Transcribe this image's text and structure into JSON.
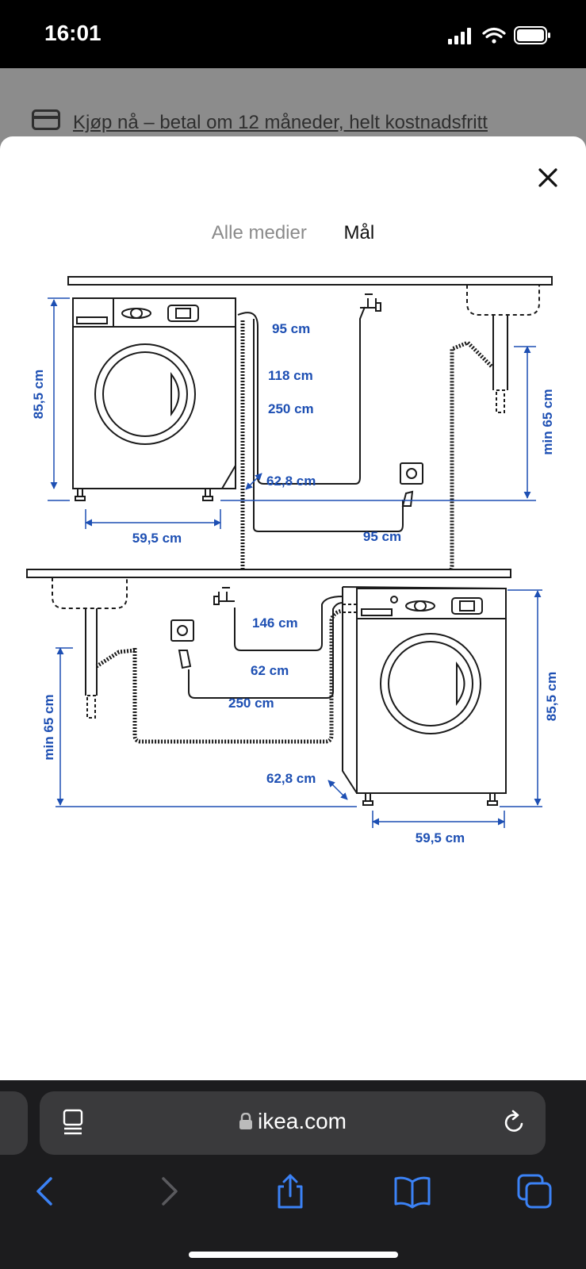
{
  "status": {
    "time": "16:01"
  },
  "promo": {
    "text": "Kjøp nå – betal om 12 måneder, helt kostnadsfritt",
    "icon": "card-icon"
  },
  "tabs": [
    {
      "label": "Alle medier",
      "active": false
    },
    {
      "label": "Mål",
      "active": true
    }
  ],
  "diagram": {
    "top": {
      "height": "85,5 cm",
      "tap_hose": "95 cm",
      "power_cord": "118 cm",
      "drain_hose": "250 cm",
      "depth": "62,8 cm",
      "width": "59,5 cm",
      "distance": "95 cm",
      "drain_height": "min 65 cm"
    },
    "bottom": {
      "tap_hose": "146 cm",
      "power_cord": "62 cm",
      "drain_hose": "250 cm",
      "drain_height": "min 65 cm",
      "depth": "62,8 cm",
      "width": "59,5 cm",
      "height": "85,5 cm"
    }
  },
  "browser": {
    "url": "ikea.com"
  },
  "colors": {
    "accent": "#1d4fb3",
    "ios_blue": "#3b82f6"
  }
}
